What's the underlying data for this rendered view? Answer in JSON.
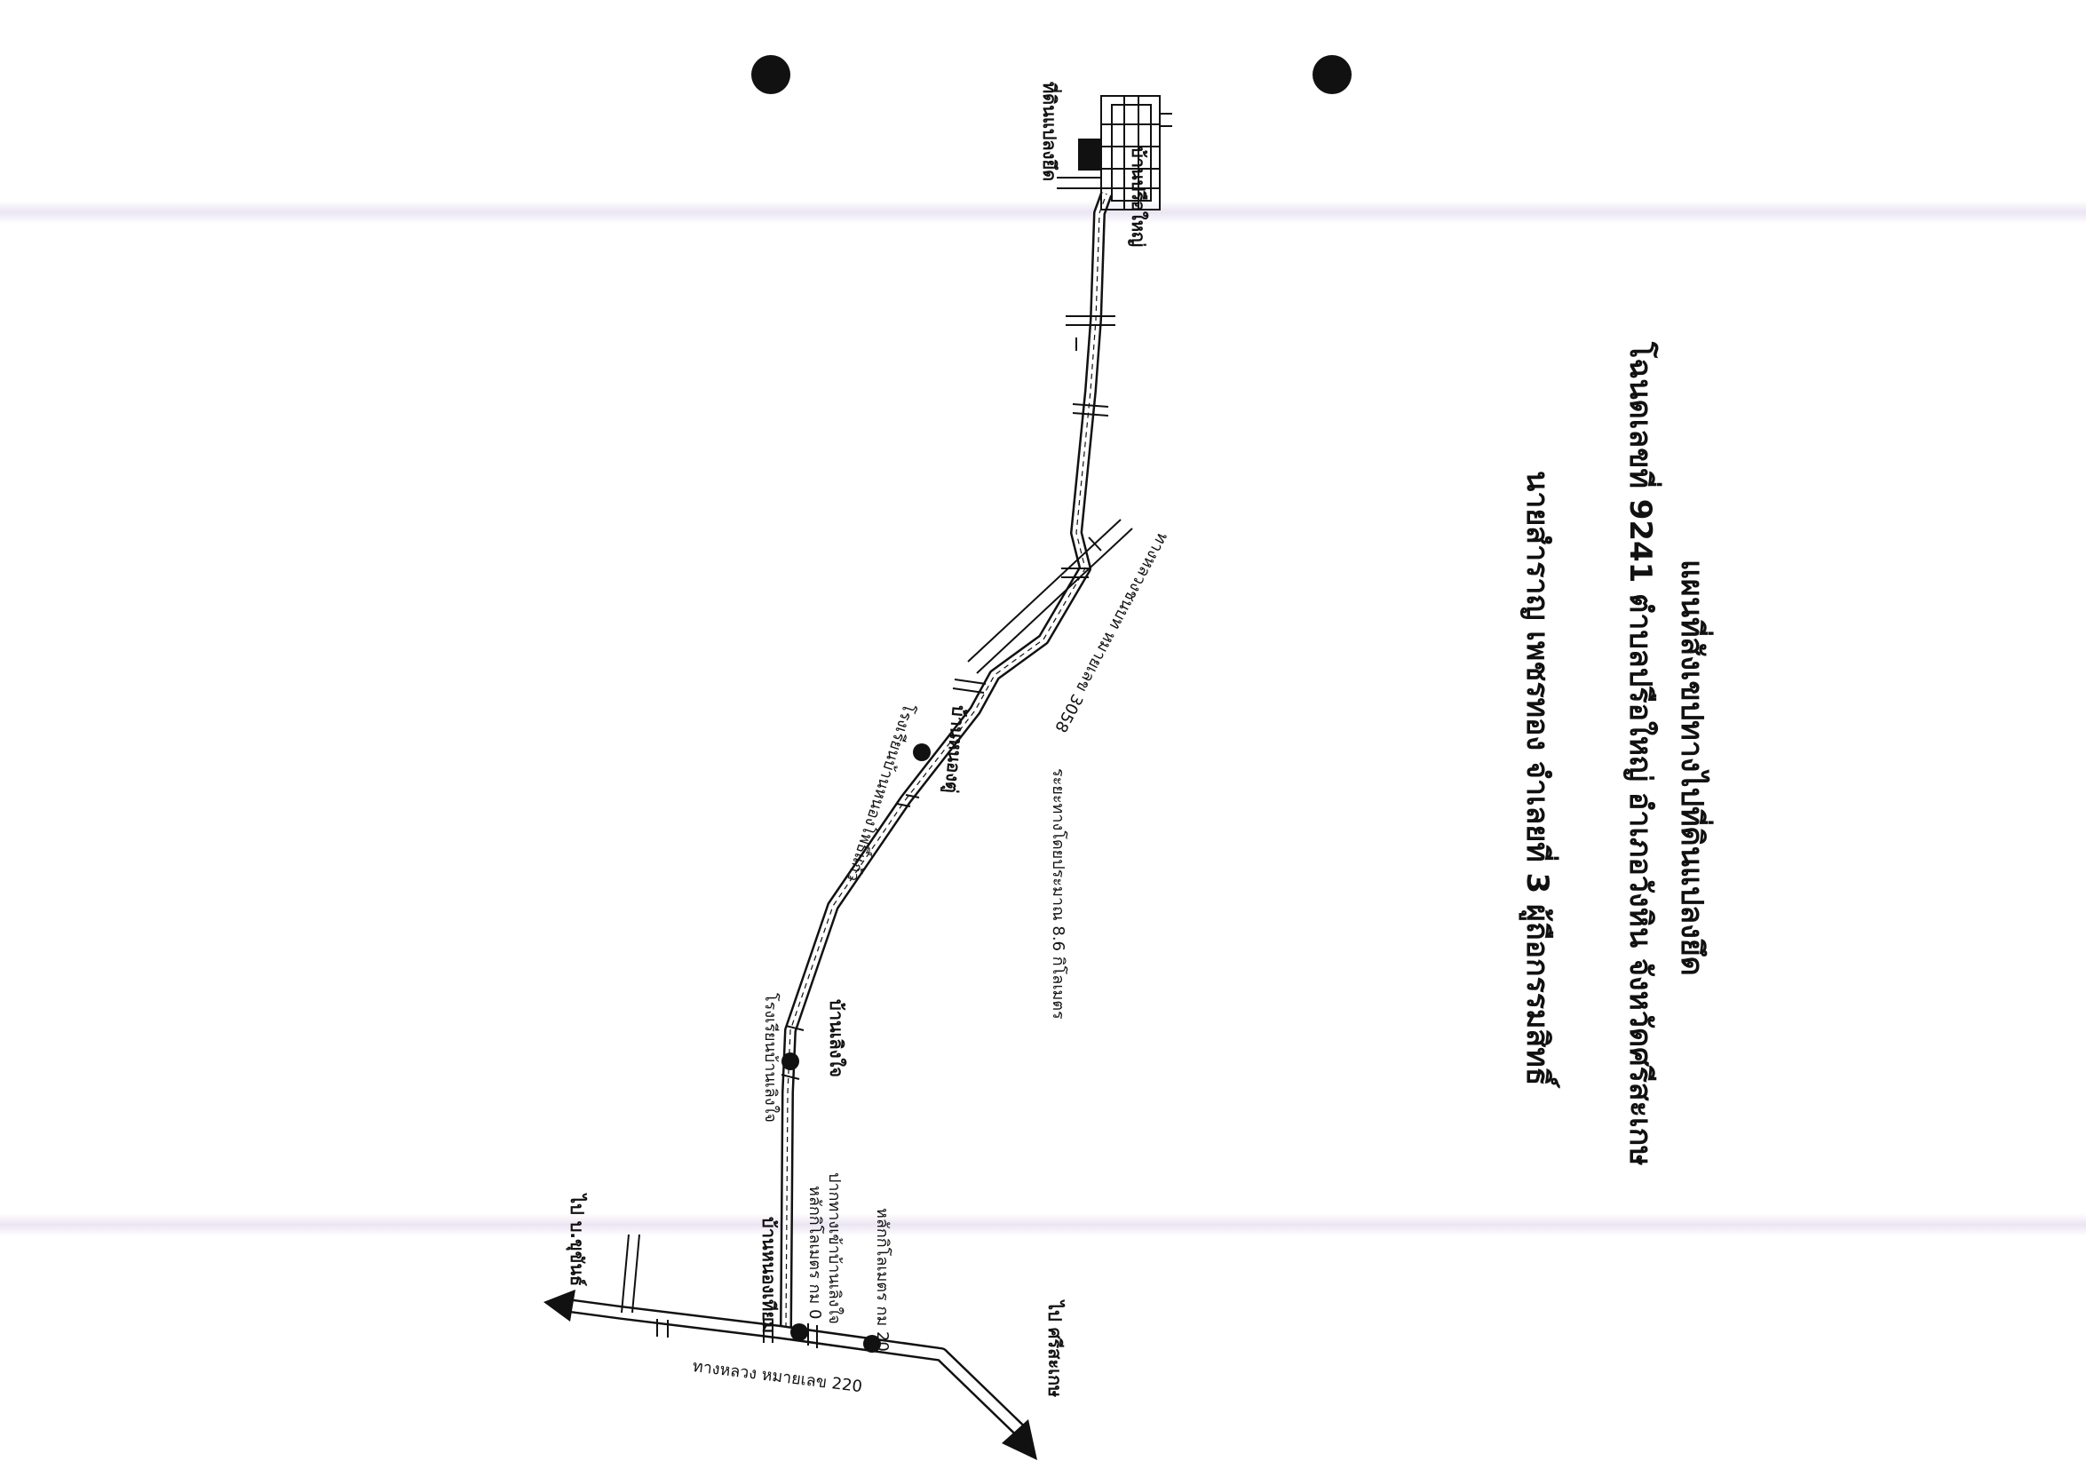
{
  "document": {
    "title_lines": [
      "แผนที่สังเขปทางไปที่ดินแปลงยึด",
      "โฉนดเลขที่ 9241  ตำบลปรือใหญ่  อำเภอวังหิน  จังหวัดศรีสะเกษ",
      "นายสำราญ  เพชรทอง  จำเลยที่ 3  ผู้ถือกรรมสิทธิ์"
    ]
  },
  "map": {
    "labels": {
      "land_plot": "ที่ดินแปลงยึด",
      "village_top": "บ้านปรือใหญ่",
      "village_middle": "บ้านหนองตู่",
      "village_lower": "บ้านเลิงใจ",
      "village_junction": "บ้านหนองเทียม",
      "route_3058": "ทางหลวงชนบท หมายเลข 3058",
      "school_upper": "โรงเรียนบ้านหนองโพธิ์แก้ว",
      "school_lower": "โรงเรียนบ้านเลิงใจ",
      "distance": "ระยะทางโดยประมาณ  8.6  กิโลเมตร",
      "km20": "หลักกิโลเมตร กม 20",
      "km0_line1": "ปากทางเข้าบ้านเลิงใจ",
      "km0_line2": "หลักกิโลเมตร กม 0",
      "highway_220": "ทางหลวง หมายเลข  220",
      "to_west": "ไป บ.ขุขันธ์",
      "to_east": "ไป ศรีสะเกษ"
    }
  },
  "colors": {
    "ink": "#111111",
    "paper": "#ffffff",
    "fold_line": "#e4dcee"
  }
}
